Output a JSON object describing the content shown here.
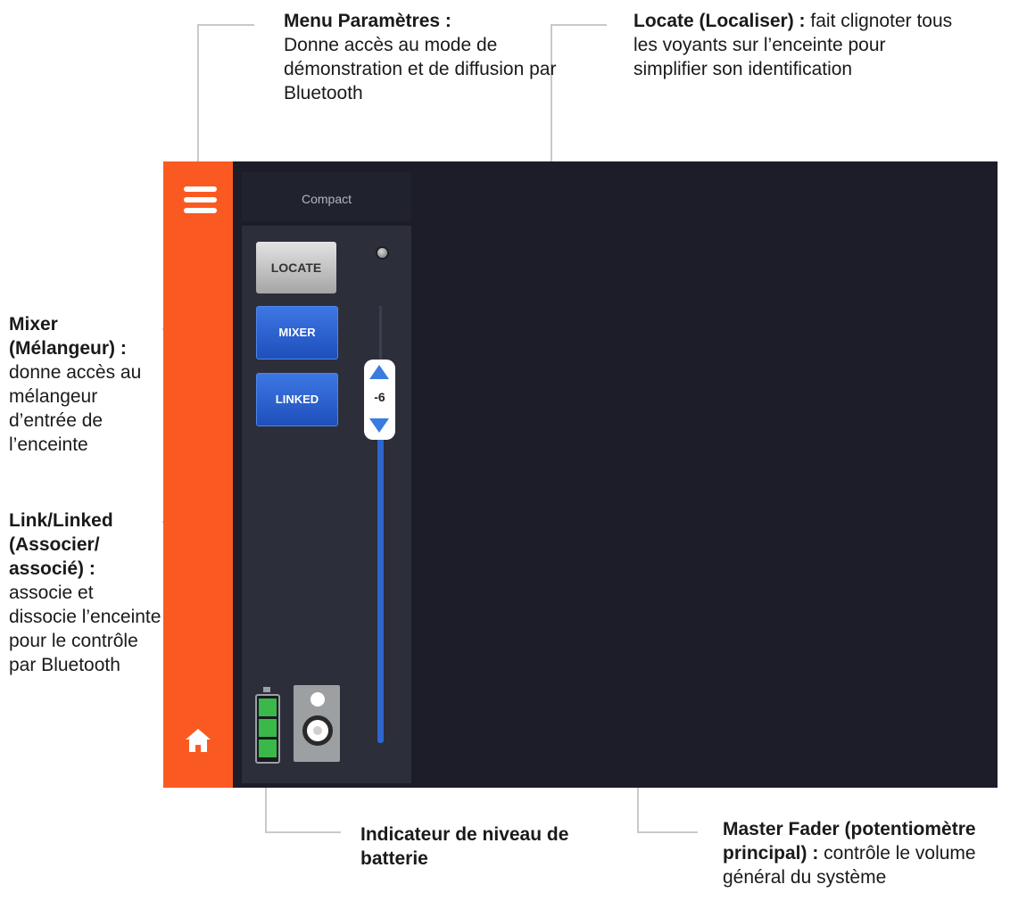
{
  "screen": {
    "device_name": "Compact",
    "locate_label": "LOCATE",
    "mixer_label": "MIXER",
    "linked_label": "LINKED",
    "master_fader_value": "-6",
    "battery_level": 1.0,
    "colors": {
      "sidebar": "#fa5a22",
      "background": "#1c1d29",
      "accent_blue": "#2f65cf"
    },
    "icons": [
      "menu-icon",
      "home-icon",
      "battery-icon",
      "speaker-icon",
      "arrow-up-icon",
      "arrow-down-icon"
    ]
  },
  "annotations": {
    "menu": {
      "title": "Menu Paramètres :",
      "body": "Donne accès au mode de démonstration et de diffusion par Bluetooth"
    },
    "locate": {
      "title": "Locate (Localiser) :",
      "body": " fait clignoter tous les voyants sur l’enceinte pour simplifier son identification"
    },
    "mixer": {
      "title": "Mixer (Mélangeur) :",
      "body": "donne accès au mélangeur d’entrée de l’enceinte"
    },
    "link": {
      "title": "Link/Linked (Associer/ associé) :",
      "body": "associe et dissocie l’enceinte pour le contrôle par Bluetooth"
    },
    "battery": {
      "title": "Indicateur de niveau de batterie"
    },
    "master": {
      "title": "Master Fader (potentiomètre principal) :",
      "body": " contrôle le volume général du système"
    }
  }
}
